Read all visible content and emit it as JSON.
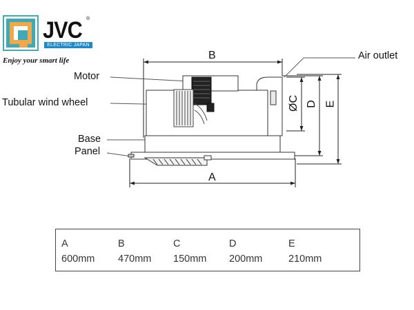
{
  "logo": {
    "brand": "JVC",
    "registered": "®",
    "subline": "ELECTRIC JAPAN",
    "slogan": "Enjoy your smart life"
  },
  "labels": {
    "motor": "Motor",
    "tubular_wind_wheel": "Tubular wind wheel",
    "base": "Base",
    "panel": "Panel",
    "air_outlet": "Air outlet",
    "dim_a": "A",
    "dim_b": "B",
    "dim_c": "ØC",
    "dim_d": "D",
    "dim_e": "E"
  },
  "dimensions": {
    "headers": [
      "A",
      "B",
      "C",
      "D",
      "E"
    ],
    "values": [
      "600mm",
      "470mm",
      "150mm",
      "200mm",
      "210mm"
    ]
  },
  "colors": {
    "logo_orange": "#f0a94a",
    "logo_teal": "#3fa9b5",
    "logo_blue": "#1e88c8"
  }
}
